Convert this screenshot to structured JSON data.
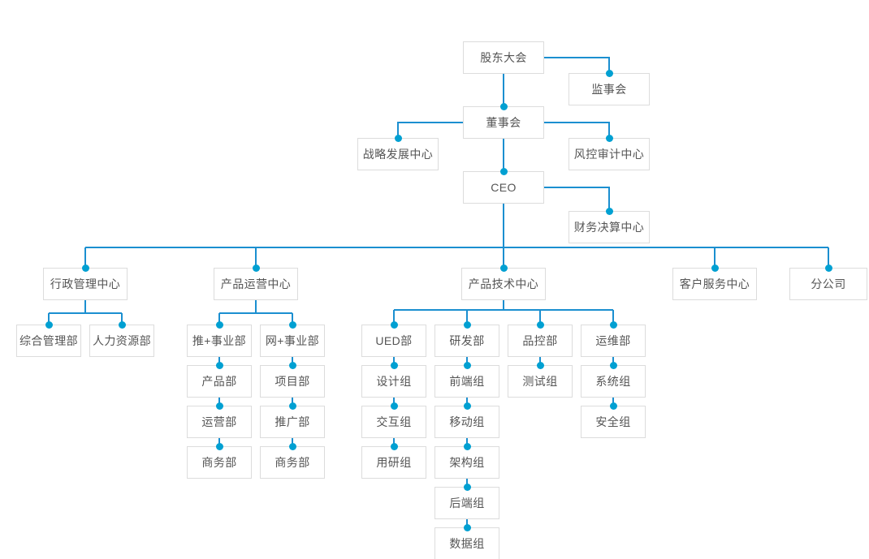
{
  "chart": {
    "title": "",
    "type": "org-chart",
    "colors": {
      "line": "#1b8fd0",
      "dot": "#00a0d2",
      "node_border": "#dcdcdc",
      "node_background": "#ffffff",
      "node_text": "#555555",
      "canvas_background": "#ffffff"
    }
  },
  "nodes": {
    "shareholders_meeting": "股东大会",
    "supervisory_board": "监事会",
    "board_of_directors": "董事会",
    "strategy_development_center": "战略发展中心",
    "risk_audit_center": "风控审计中心",
    "ceo": "CEO",
    "finance_settlement_center": "财务决算中心",
    "admin_management_center": "行政管理中心",
    "product_operation_center": "产品运营中心",
    "product_technology_center": "产品技术中心",
    "customer_service_center": "客户服务中心",
    "branch_company": "分公司",
    "general_management_dept": "综合管理部",
    "human_resources_dept": "人力资源部",
    "tui_plus_division": "推+事业部",
    "wang_plus_division": "网+事业部",
    "product_dept": "产品部",
    "project_dept": "项目部",
    "operation_dept": "运营部",
    "promotion_dept": "推广部",
    "business_dept_left": "商务部",
    "business_dept_right": "商务部",
    "ued_dept": "UED部",
    "rd_dept": "研发部",
    "qc_dept": "品控部",
    "ops_dept": "运维部",
    "design_group": "设计组",
    "frontend_group": "前端组",
    "test_group": "测试组",
    "system_group": "系统组",
    "interaction_group": "交互组",
    "mobile_group": "移动组",
    "security_group": "安全组",
    "user_research_group": "用研组",
    "architecture_group": "架构组",
    "backend_group": "后端组",
    "data_group": "数据组"
  },
  "hierarchy": {
    "root": "股东大会",
    "levels": [
      {
        "level": 0,
        "items": [
          "股东大会"
        ]
      },
      {
        "level": 1,
        "items": [
          "监事会",
          "董事会"
        ]
      },
      {
        "level": 2,
        "items": [
          "战略发展中心",
          "风控审计中心",
          "CEO"
        ]
      },
      {
        "level": 3,
        "items": [
          "财务决算中心",
          "行政管理中心",
          "产品运营中心",
          "产品技术中心",
          "客户服务中心",
          "分公司"
        ]
      },
      {
        "level": 4,
        "items": [
          "综合管理部",
          "人力资源部",
          "推+事业部",
          "网+事业部",
          "UED部",
          "研发部",
          "品控部",
          "运维部"
        ]
      },
      {
        "level": 5,
        "items": [
          "产品部",
          "项目部",
          "设计组",
          "前端组",
          "测试组",
          "系统组"
        ]
      },
      {
        "level": 6,
        "items": [
          "运营部",
          "推广部",
          "交互组",
          "移动组",
          "安全组"
        ]
      },
      {
        "level": 7,
        "items": [
          "商务部",
          "商务部",
          "用研组",
          "架构组"
        ]
      },
      {
        "level": 8,
        "items": [
          "后端组"
        ]
      },
      {
        "level": 9,
        "items": [
          "数据组"
        ]
      }
    ]
  }
}
